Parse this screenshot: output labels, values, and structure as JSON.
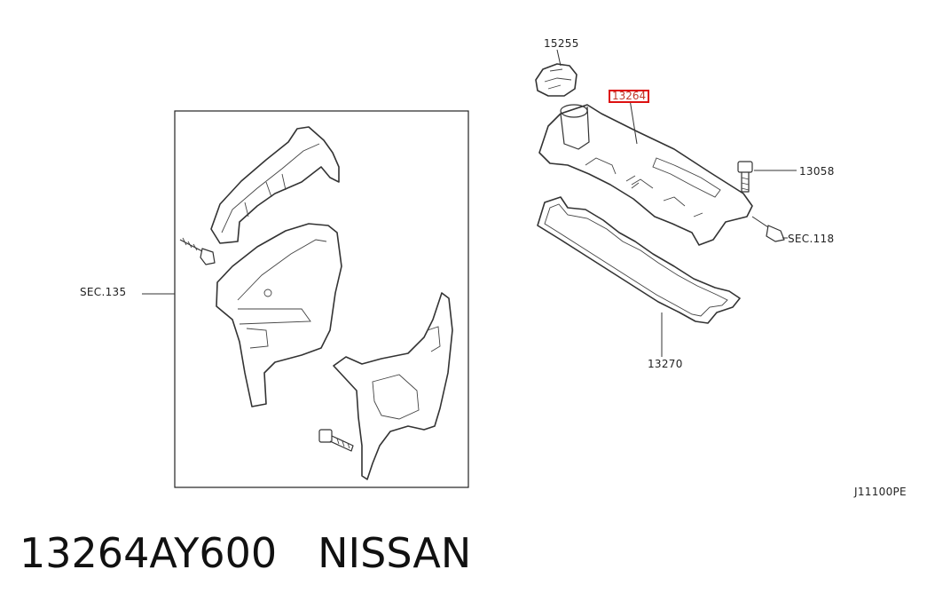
{
  "labels": {
    "sec135": "SEC.135",
    "p15255": "15255",
    "p13264": "13264",
    "p13058": "13058",
    "sec118": "SEC.118",
    "p13270": "13270",
    "diagram_code": "J11100PE"
  },
  "footer": {
    "part_number": "13264AY600",
    "brand": "NISSAN"
  },
  "colors": {
    "highlight": "#d11111",
    "line": "#333333"
  }
}
